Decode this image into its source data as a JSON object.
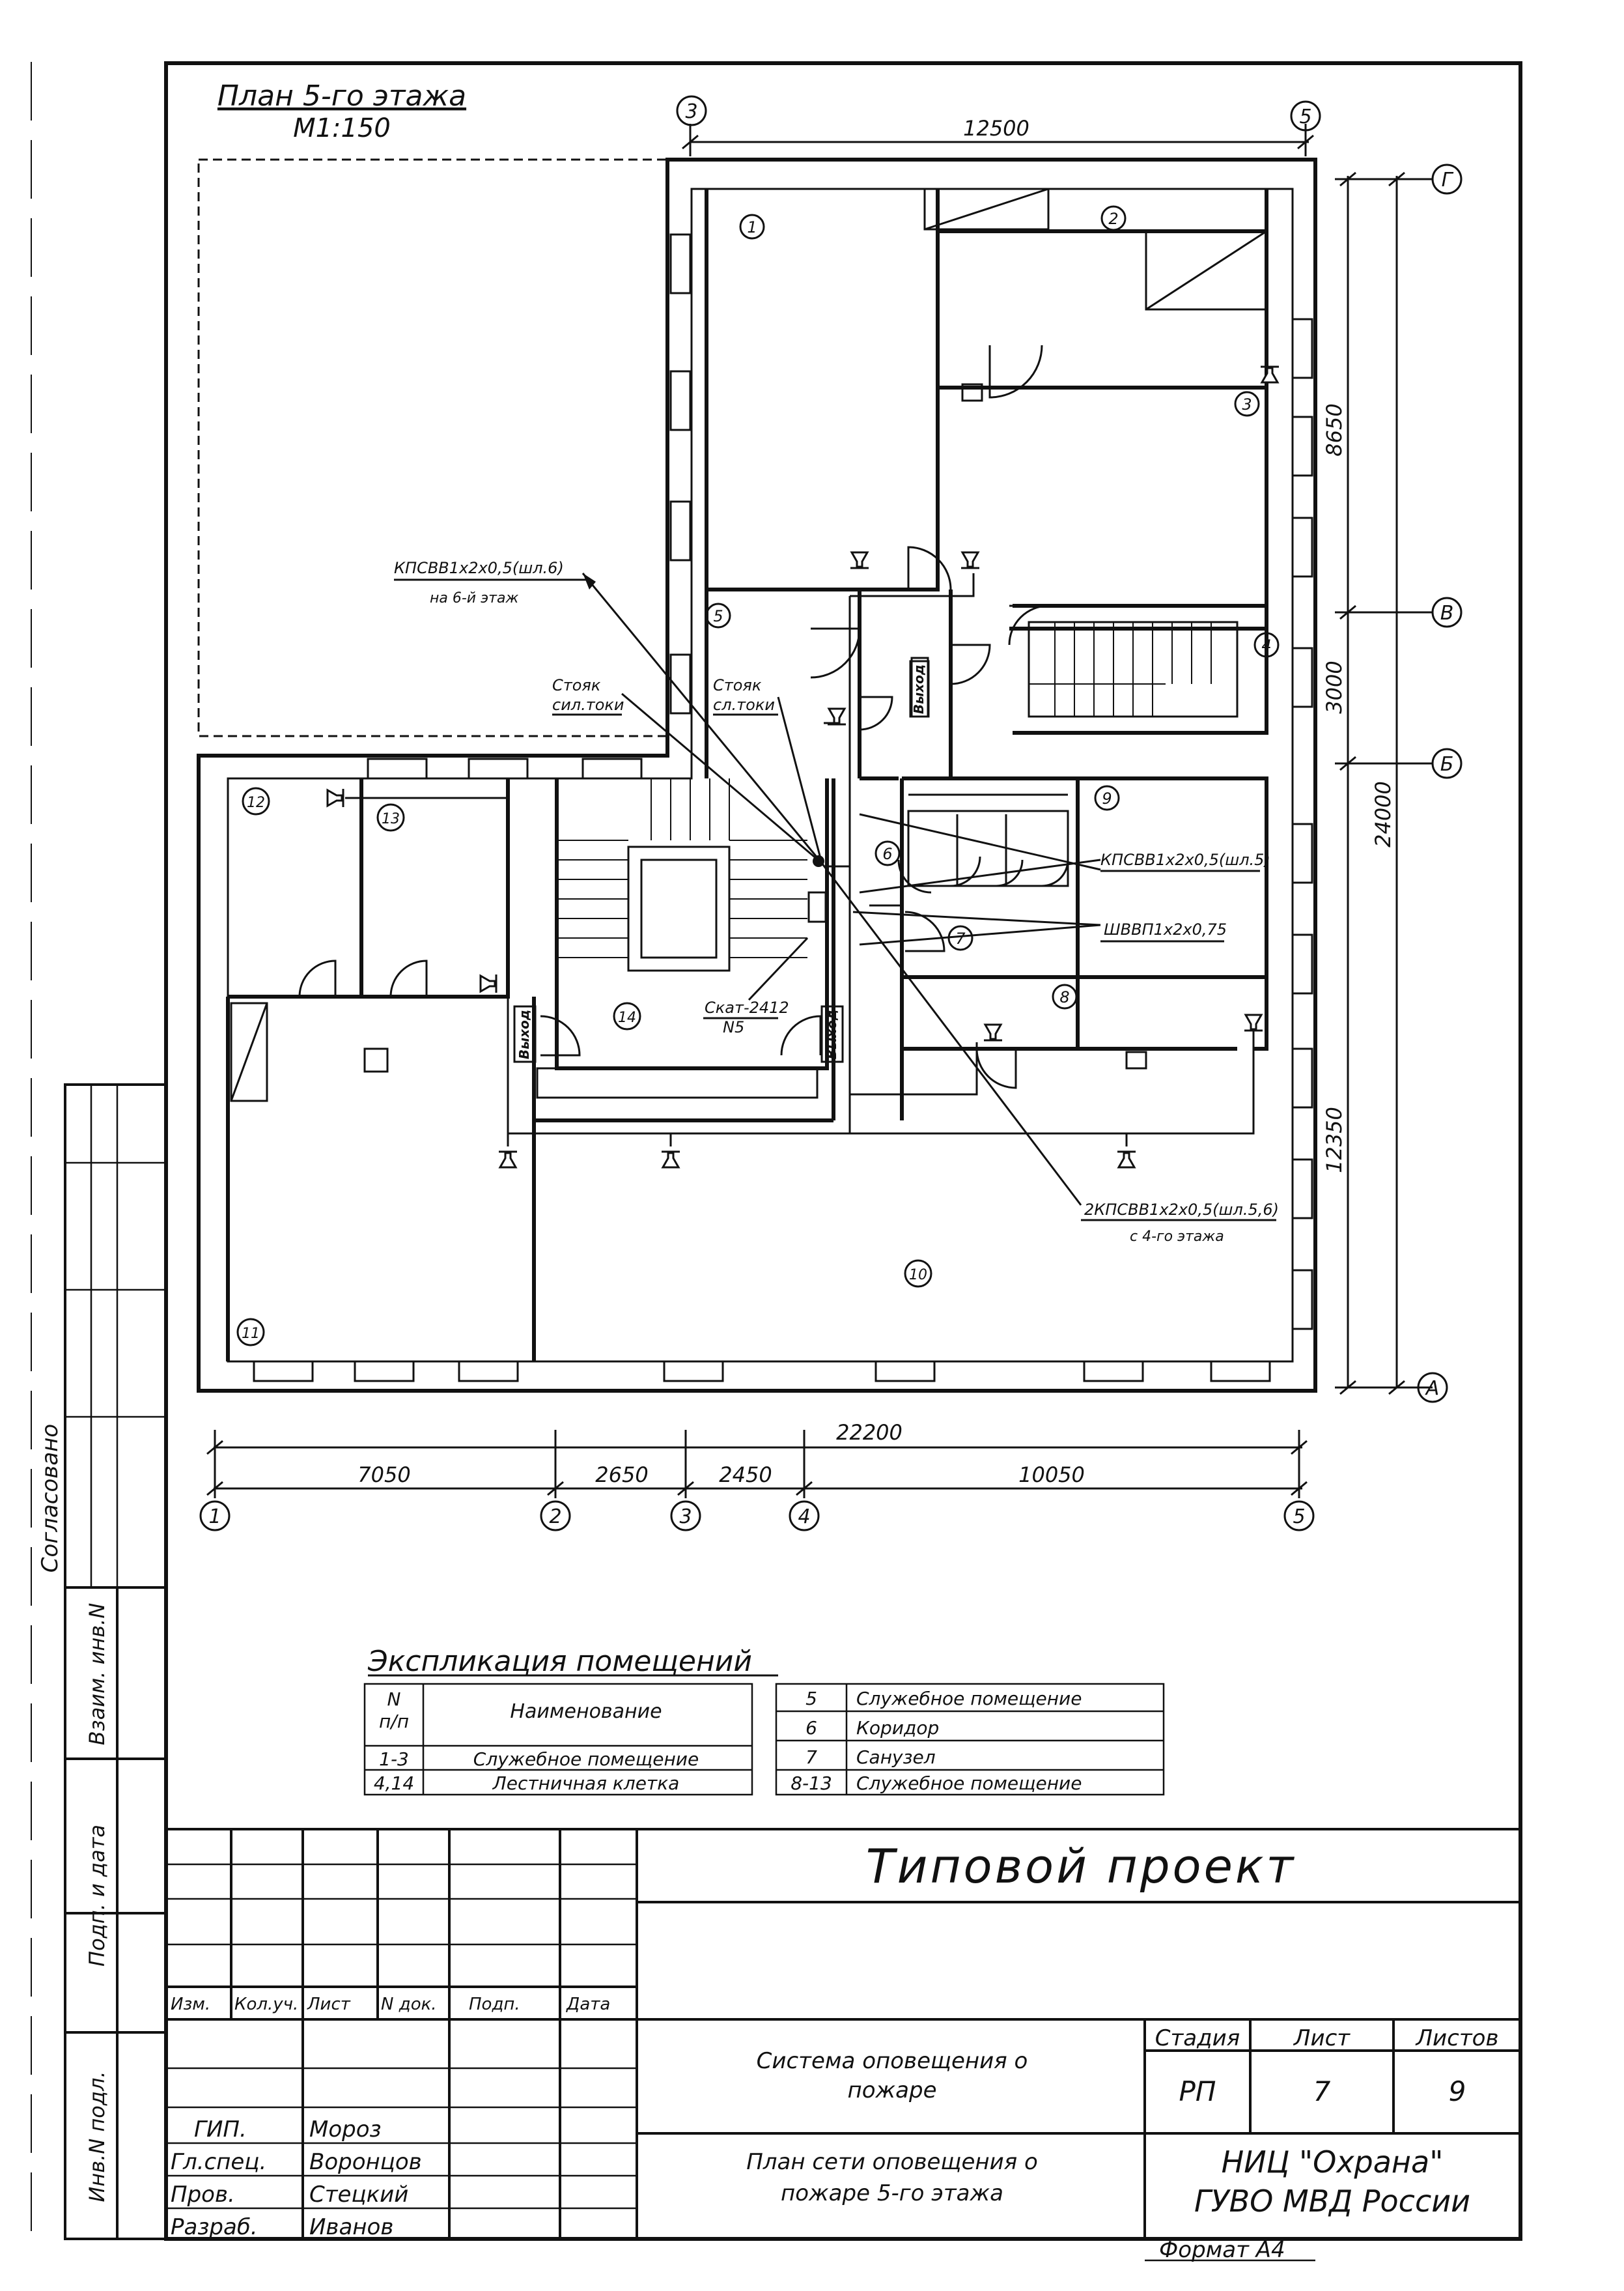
{
  "plan": {
    "title": "План 5-го этажа",
    "scale": "М1:150"
  },
  "axes": {
    "a1": "1",
    "a2": "2",
    "a3": "3",
    "a4": "4",
    "a5": "5",
    "aA": "А",
    "aB": "Б",
    "aV": "В",
    "aG": "Г"
  },
  "dimensions": {
    "top_12500": "12500",
    "right_8650": "8650",
    "right_3000": "3000",
    "right_24000": "24000",
    "right_12350": "12350",
    "bottom_total": "22200",
    "bottom_7050": "7050",
    "bottom_2650": "2650",
    "bottom_2450": "2450",
    "bottom_10050": "10050"
  },
  "rooms": {
    "r1": "1",
    "r2": "2",
    "r3": "3",
    "r4": "4",
    "r5": "5",
    "r6": "6",
    "r7": "7",
    "r8": "8",
    "r9": "9",
    "r10": "10",
    "r11": "11",
    "r12": "12",
    "r13": "13",
    "r14": "14"
  },
  "labels": {
    "exit": "Выход",
    "cable_up_1": "КПСВВ1х2х0,5(шл.6)",
    "cable_up_2": "на 6-й этаж",
    "riser_weak_1": "Стояк",
    "riser_weak_2": "сл.токи",
    "riser_power_1": "Стояк",
    "riser_power_2": "сил.токи",
    "cable_sh5": "КПСВВ1х2х0,5(шл.5)",
    "cable_shvvp": "ШВВП1х2х0,75",
    "box_1": "Скат-2412",
    "box_2": "N5",
    "cable_from4_1": "2КПСВВ1х2х0,5(шл.5,6)",
    "cable_from4_2": "с 4-го этажа"
  },
  "explication": {
    "title": "Экспликация помещений",
    "header_num_1": "N",
    "header_num_2": "п/п",
    "header_name": "Наименование",
    "left": [
      {
        "num": "1-3",
        "name": "Служебное помещение"
      },
      {
        "num": "4,14",
        "name": "Лестничная клетка"
      }
    ],
    "right": [
      {
        "num": "5",
        "name": "Служебное помещение"
      },
      {
        "num": "6",
        "name": "Коридор"
      },
      {
        "num": "7",
        "name": "Санузел"
      },
      {
        "num": "8-13",
        "name": "Служебное помещение"
      }
    ]
  },
  "title_block": {
    "project": "Типовой проект",
    "col_headers": [
      "Изм.",
      "Кол.уч.",
      "Лист",
      "N док.",
      "Подп.",
      "Дата"
    ],
    "system_1": "Система оповещения о",
    "system_2": "пожаре",
    "sheet_title_1": "План сети оповещения о",
    "sheet_title_2": "пожаре 5-го этажа",
    "stage_label": "Стадия",
    "sheet_label": "Лист",
    "sheets_label": "Листов",
    "stage_value": "РП",
    "sheet_value": "7",
    "sheets_value": "9",
    "org_1": "НИЦ \"Охрана\"",
    "org_2": "ГУВО МВД России",
    "roles": [
      {
        "role": "ГИП.",
        "name": "Мороз"
      },
      {
        "role": "Гл.спец.",
        "name": "Воронцов"
      },
      {
        "role": "Пров.",
        "name": "Стецкий"
      },
      {
        "role": "Разраб.",
        "name": "Иванов"
      }
    ],
    "format": "Формат А4"
  },
  "side_stamp": {
    "agreed": "Согласовано",
    "vzaim": "Взаим. инв.N",
    "podp_data": "Подп. и дата",
    "inv_podl": "Инв.N подл."
  }
}
